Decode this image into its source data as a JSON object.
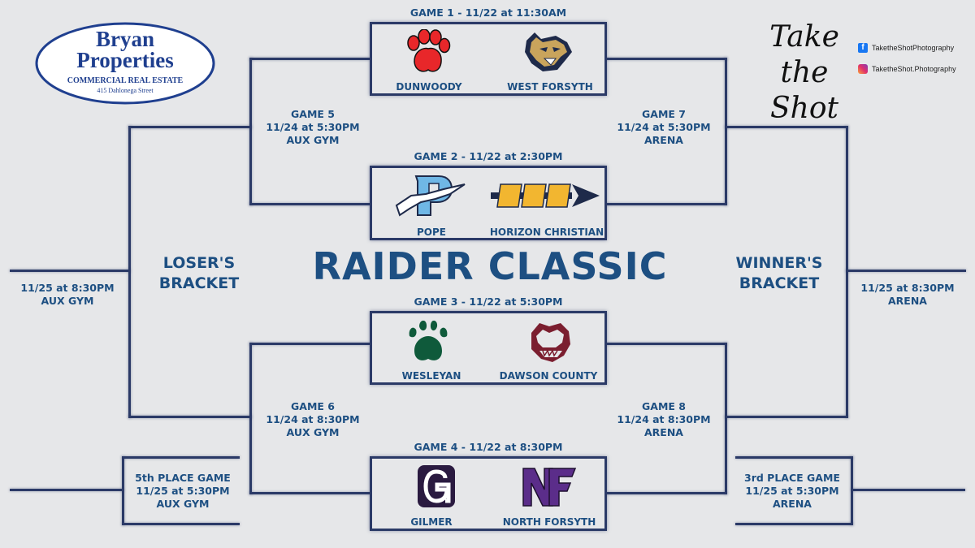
{
  "sponsor": {
    "name_line1": "Bryan",
    "name_line2": "Properties",
    "tagline": "COMMERCIAL REAL ESTATE",
    "address": "415  Dahlonega Street"
  },
  "photographer": {
    "brand": "Take the Shot",
    "facebook": "TaketheShotPhotography",
    "instagram": "TaketheShot.Photography"
  },
  "title": "RAIDER CLASSIC",
  "losers_bracket": {
    "line1": "LOSER'S",
    "line2": "BRACKET"
  },
  "winners_bracket": {
    "line1": "WINNER'S",
    "line2": "BRACKET"
  },
  "games": [
    {
      "heading": "GAME 1 - 11/22 at 11:30AM",
      "team1": "DUNWOODY",
      "team2": "WEST FORSYTH"
    },
    {
      "heading": "GAME 2 - 11/22 at 2:30PM",
      "team1": "POPE",
      "team2": "HORIZON CHRISTIAN"
    },
    {
      "heading": "GAME 3 - 11/22 at 5:30PM",
      "team1": "WESLEYAN",
      "team2": "DAWSON COUNTY"
    },
    {
      "heading": "GAME 4 - 11/22 at 8:30PM",
      "team1": "GILMER",
      "team2": "NORTH FORSYTH"
    }
  ],
  "game5": {
    "line1": "GAME 5",
    "line2": "11/24 at 5:30PM",
    "line3": "AUX GYM"
  },
  "game6": {
    "line1": "GAME 6",
    "line2": "11/24 at 8:30PM",
    "line3": "AUX GYM"
  },
  "game7": {
    "line1": "GAME 7",
    "line2": "11/24 at 5:30PM",
    "line3": "ARENA"
  },
  "game8": {
    "line1": "GAME 8",
    "line2": "11/24 at 8:30PM",
    "line3": "ARENA"
  },
  "left_final": {
    "line1": "11/25 at 8:30PM",
    "line2": "AUX GYM"
  },
  "right_final": {
    "line1": "11/25 at 8:30PM",
    "line2": "ARENA"
  },
  "fifth_place": {
    "line1": "5th PLACE GAME",
    "line2": "11/25 at 5:30PM",
    "line3": "AUX GYM"
  },
  "third_place": {
    "line1": "3rd PLACE GAME",
    "line2": "11/25 at 5:30PM",
    "line3": "ARENA"
  },
  "colors": {
    "line": "#2b3a67",
    "text": "#1d4f82",
    "background": "#e6e7e9"
  },
  "logos": [
    "paw-print-icon",
    "cougar-icon",
    "letter-p-greyhound-icon",
    "spear-icon",
    "paw-print-icon",
    "tiger-icon",
    "letter-g-icon",
    "letter-nf-icon"
  ]
}
